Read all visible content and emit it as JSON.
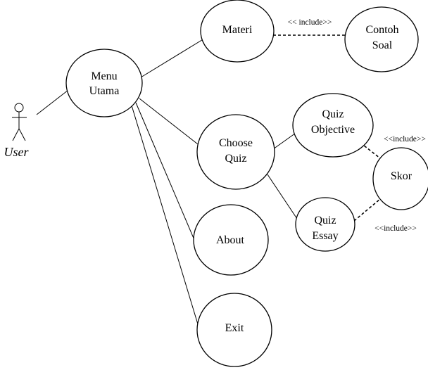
{
  "diagram": {
    "type": "use-case",
    "actor": {
      "name": "User"
    },
    "use_cases": {
      "menu_utama": {
        "lines": [
          "Menu",
          "Utama"
        ]
      },
      "materi": {
        "lines": [
          "Materi"
        ]
      },
      "contoh_soal": {
        "lines": [
          "Contoh",
          "Soal"
        ]
      },
      "choose_quiz": {
        "lines": [
          "Choose",
          "Quiz"
        ]
      },
      "quiz_objective": {
        "lines": [
          "Quiz",
          "Objective"
        ]
      },
      "skor": {
        "lines": [
          "Skor"
        ]
      },
      "quiz_essay": {
        "lines": [
          "Quiz",
          "Essay"
        ]
      },
      "about": {
        "lines": [
          "About"
        ]
      },
      "exit": {
        "lines": [
          "Exit"
        ]
      }
    },
    "relations": {
      "materi_contoh": "<< include>>",
      "objective_skor": "<<include>>",
      "essay_skor": "<<include>>"
    }
  }
}
